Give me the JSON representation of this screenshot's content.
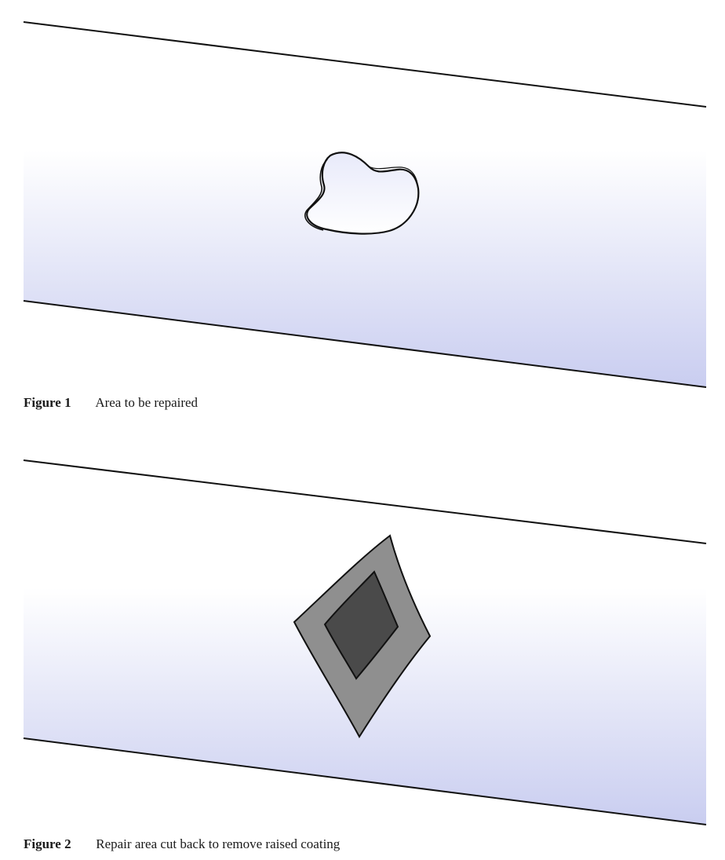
{
  "figures": [
    {
      "label": "Figure 1",
      "caption": "Area to be repaired",
      "illustration": "pipe-with-damaged-coating-area"
    },
    {
      "label": "Figure 2",
      "caption": "Repair area cut back to remove raised coating",
      "illustration": "pipe-with-diamond-cutback-repair-area"
    }
  ],
  "colors": {
    "pipe_outline": "#111111",
    "pipe_shade_light": "#ffffff",
    "pipe_shade_dark": "#c9cdf0",
    "cutback_outer_fill": "#8f8f8f",
    "cutback_inner_fill": "#4a4a4a"
  }
}
